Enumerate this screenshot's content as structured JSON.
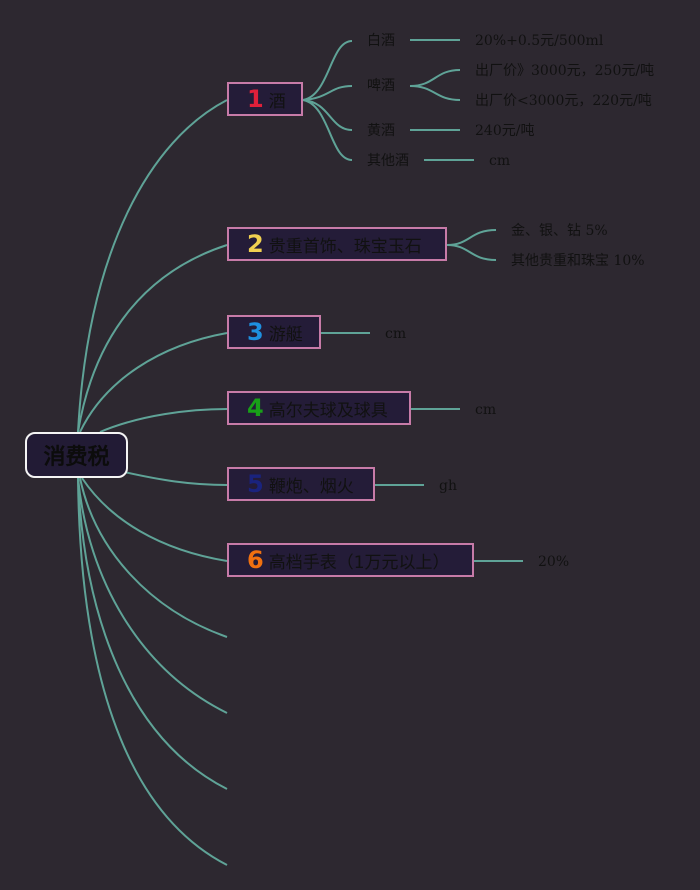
{
  "root": "消费税",
  "colors": {
    "line": "#5fa397",
    "border": "#c77ba8"
  },
  "branches": [
    {
      "num": "1",
      "label": "酒",
      "color": "#e0203a",
      "children": [
        {
          "label": "白酒",
          "values": [
            "20%+0.5元/500ml"
          ]
        },
        {
          "label": "啤酒",
          "values": [
            "出厂价》3000元，250元/吨",
            "出厂价<3000元，220元/吨"
          ]
        },
        {
          "label": "黄酒",
          "values": [
            "240元/吨"
          ]
        },
        {
          "label": "其他酒",
          "values": [
            "cm"
          ]
        }
      ]
    },
    {
      "num": "2",
      "label": "贵重首饰、珠宝玉石",
      "color": "#f0d050",
      "children": [
        {
          "label": "金、银、钻 5%"
        },
        {
          "label": "其他贵重和珠宝 10%"
        }
      ]
    },
    {
      "num": "3",
      "label": "游艇",
      "color": "#1e90e0",
      "value": "cm"
    },
    {
      "num": "4",
      "label": "高尔夫球及球具",
      "color": "#18a018",
      "value": "cm"
    },
    {
      "num": "5",
      "label": "鞭炮、烟火",
      "color": "#1a237e",
      "value": "gh"
    },
    {
      "num": "6",
      "label": "高档手表（1万元以上）",
      "color": "#f07010",
      "value": "20%"
    }
  ]
}
